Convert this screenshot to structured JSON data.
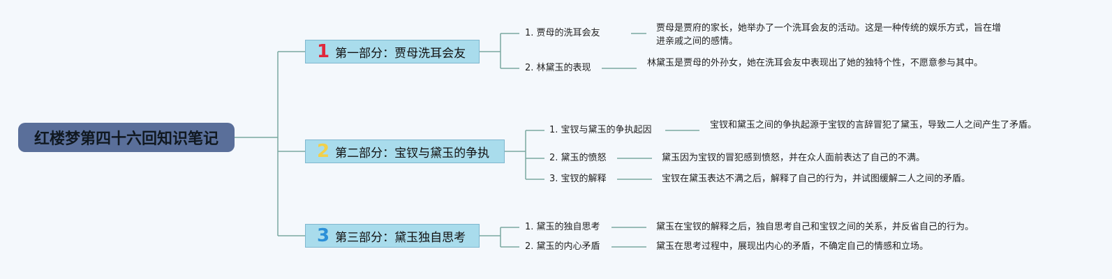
{
  "root": {
    "title": "红楼梦第四十六回知识笔记"
  },
  "sections": [
    {
      "number": "1",
      "number_color": "#e0283c",
      "label": "第一部分：贾母洗耳会友",
      "items": [
        {
          "label": "1. 贾母的洗耳会友",
          "description": "贾母是贾府的家长，她举办了一个洗耳会友的活动。这是一种传统的娱乐方式，旨在增进亲戚之间的感情。"
        },
        {
          "label": "2. 林黛玉的表现",
          "description": "林黛玉是贾母的外孙女，她在洗耳会友中表现出了她的独特个性，不愿意参与其中。"
        }
      ]
    },
    {
      "number": "2",
      "number_color": "#f2d04a",
      "label": "第二部分：宝钗与黛玉的争执",
      "items": [
        {
          "label": "1. 宝钗与黛玉的争执起因",
          "description": "宝钗和黛玉之间的争执起源于宝钗的言辞冒犯了黛玉，导致二人之间产生了矛盾。"
        },
        {
          "label": "2. 黛玉的愤怒",
          "description": "黛玉因为宝钗的冒犯感到愤怒，并在众人面前表达了自己的不满。"
        },
        {
          "label": "3. 宝钗的解释",
          "description": "宝钗在黛玉表达不满之后，解释了自己的行为，并试图缓解二人之间的矛盾。"
        }
      ]
    },
    {
      "number": "3",
      "number_color": "#2b8fd8",
      "label": "第三部分：黛玉独自思考",
      "items": [
        {
          "label": "1. 黛玉的独自思考",
          "description": "黛玉在宝钗的解释之后，独自思考自己和宝钗之间的关系，并反省自己的行为。"
        },
        {
          "label": "2. 黛玉的内心矛盾",
          "description": "黛玉在思考过程中，展现出内心的矛盾，不确定自己的情感和立场。"
        }
      ]
    }
  ],
  "colors": {
    "connector": "#7aa8a0",
    "root_fill": "#5a6f9a",
    "section_fill": "#a9dcec"
  }
}
